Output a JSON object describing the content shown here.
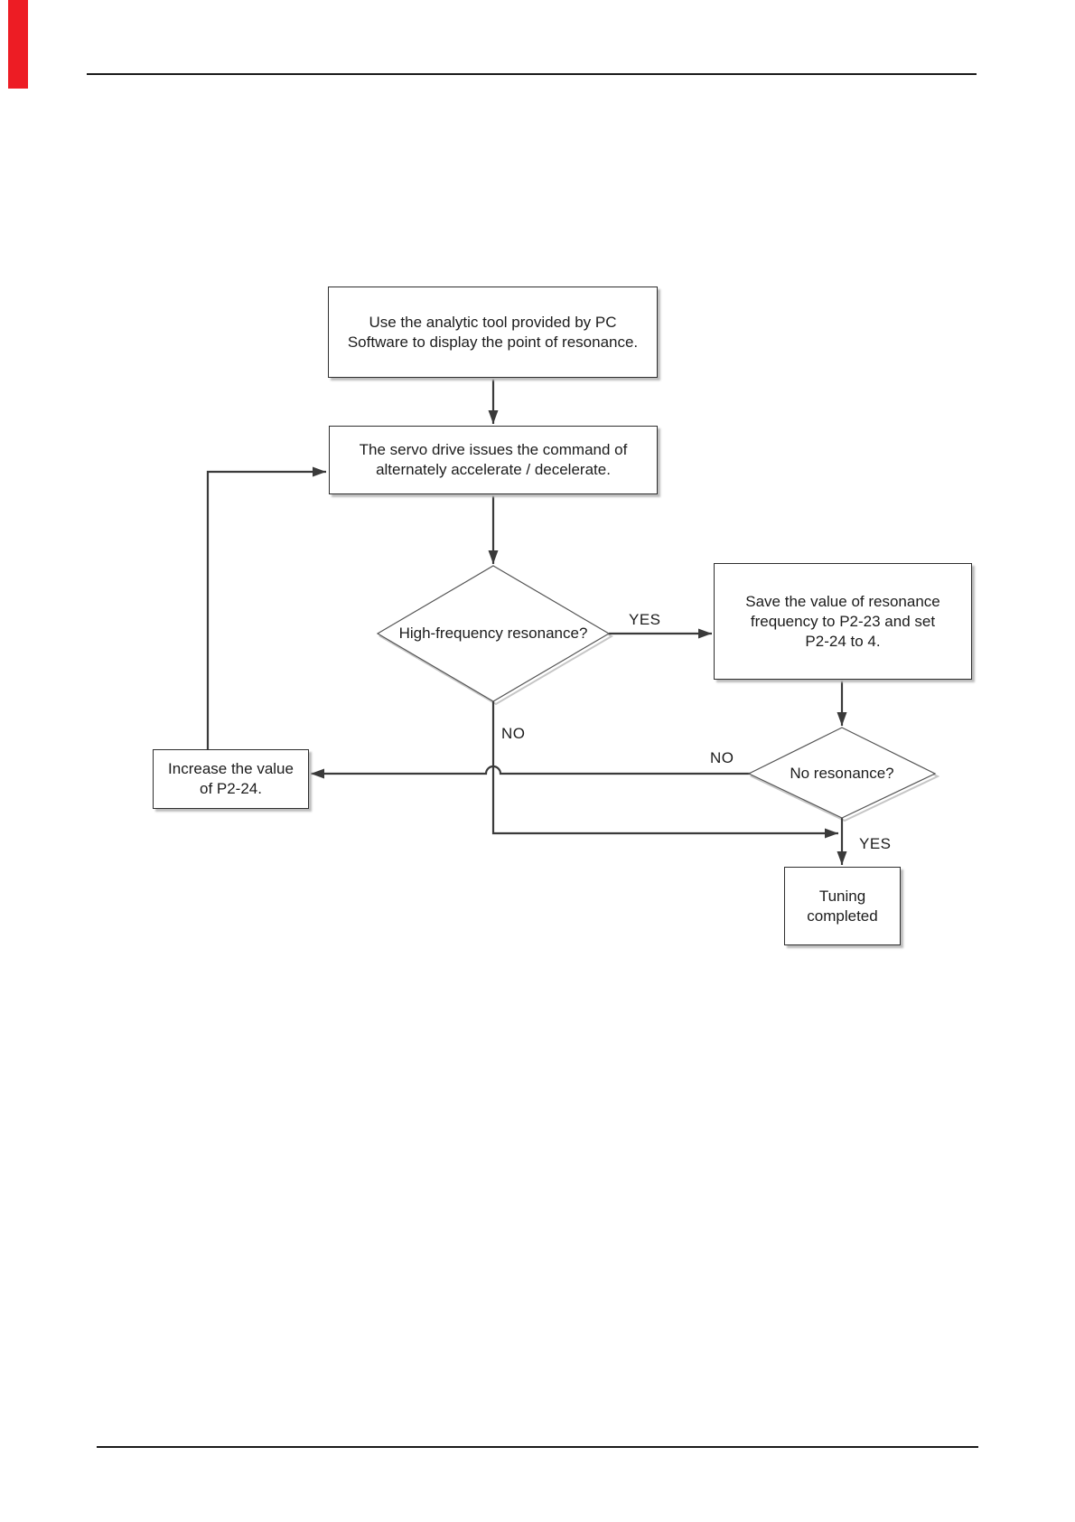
{
  "page": {
    "edge_tab_color": "#ed1c24",
    "rule_color": "#1a1a1a",
    "connector_color": "#3a3a3a"
  },
  "flowchart": {
    "nodes": {
      "start": {
        "label": "Use the analytic tool provided by PC\nSoftware to display the point of resonance."
      },
      "command": {
        "label": "The servo drive issues the command of\nalternately accelerate / decelerate."
      },
      "hf_resonance": {
        "label": "High-frequency resonance?"
      },
      "save": {
        "label": "Save the value of resonance\nfrequency to P2-23 and set\nP2-24 to 4."
      },
      "no_resonance": {
        "label": "No resonance?"
      },
      "increase": {
        "label": "Increase the value\nof P2-24."
      },
      "tuning_complete": {
        "label": "Tuning\ncompleted"
      }
    },
    "edge_labels": {
      "hf_yes": "YES",
      "hf_no": "NO",
      "nores_no": "NO",
      "nores_yes": "YES"
    }
  }
}
